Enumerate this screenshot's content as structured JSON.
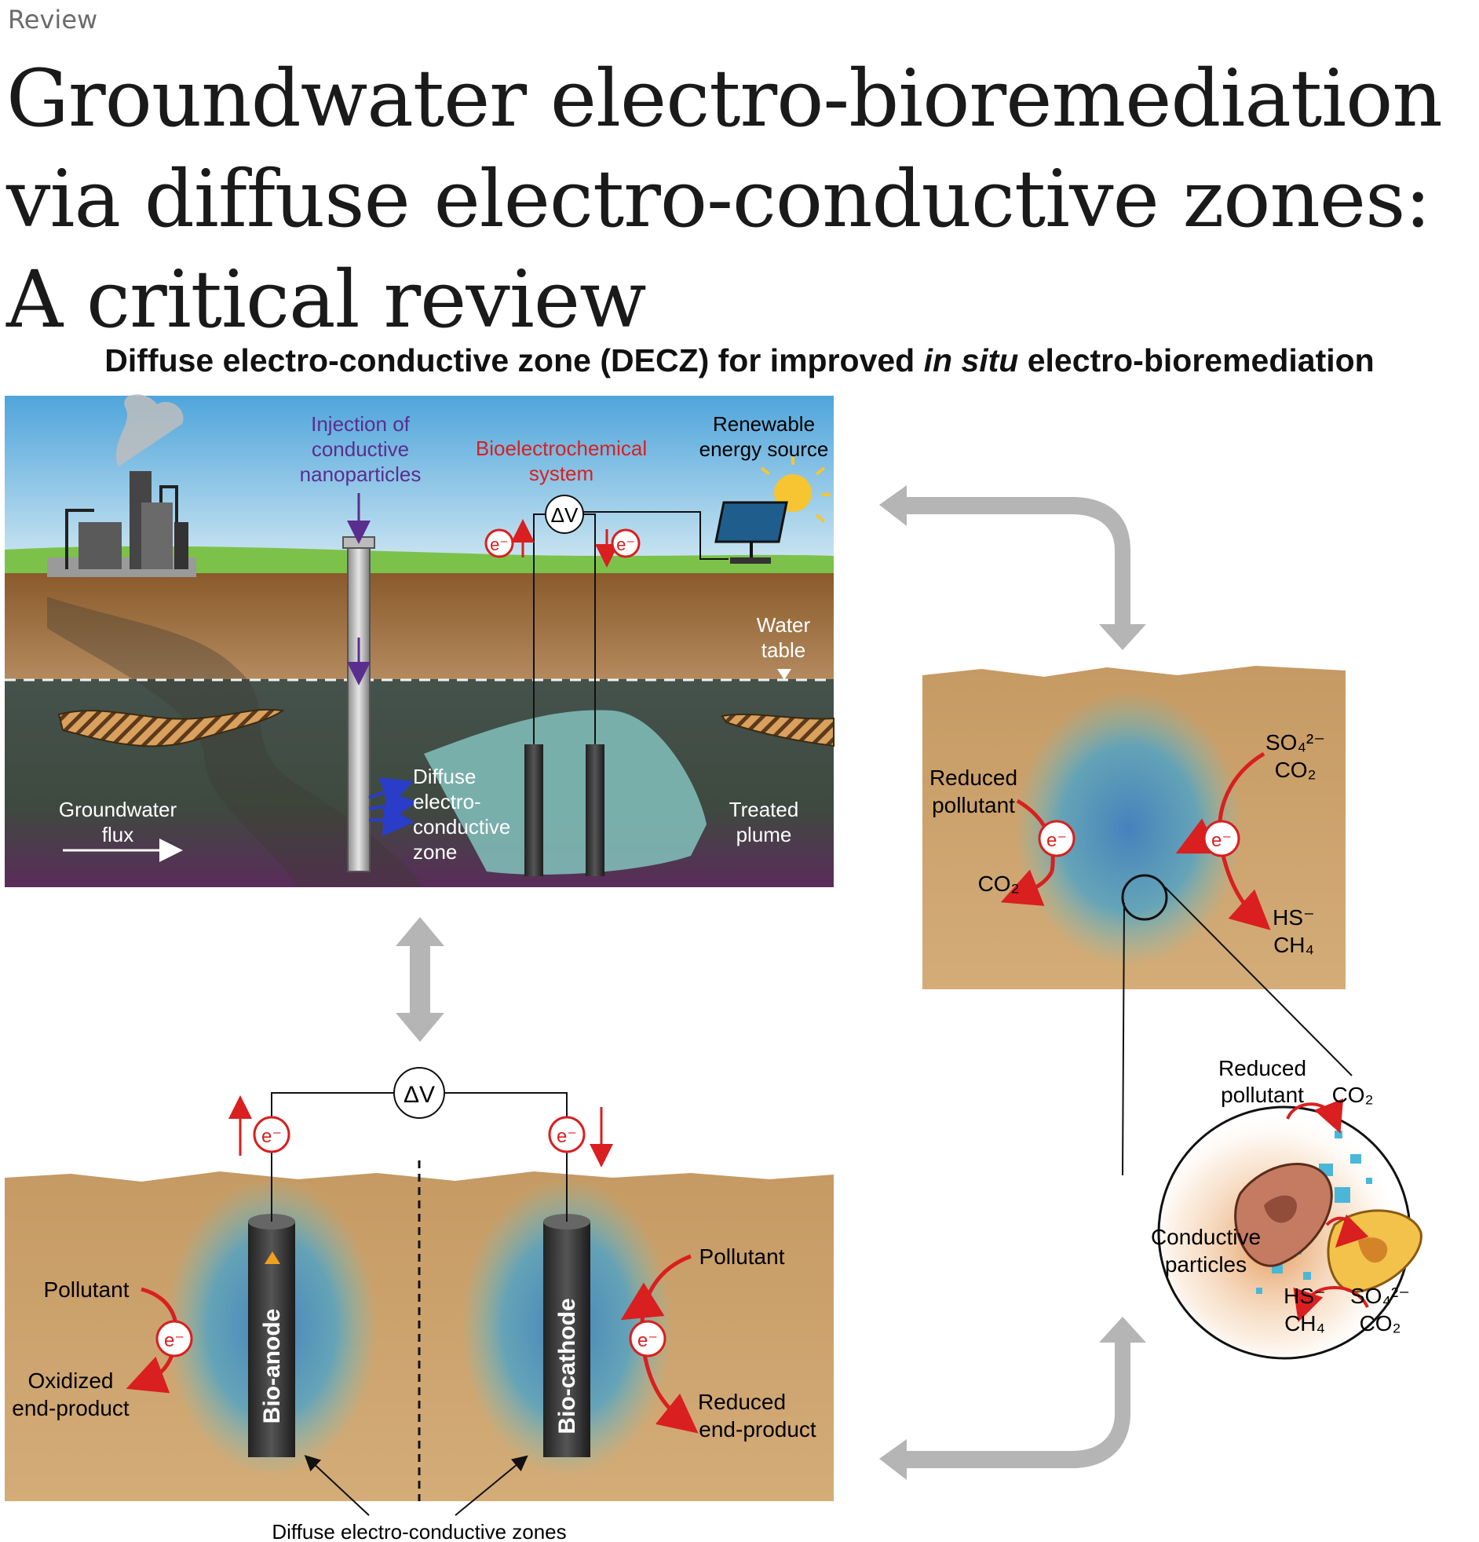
{
  "article_type": "Review",
  "title": "Groundwater electro-bioremediation via diffuse electro-conductive zones: A critical review",
  "figure": {
    "heading_pre": "Diffuse electro-conductive zone (DECZ) for improved ",
    "heading_italic": "in situ",
    "heading_post": " electro-bioremediation",
    "top_panel": {
      "injection_1": "Injection of",
      "injection_2": "conductive",
      "injection_3": "nanoparticles",
      "bes_1": "Bioelectrochemical",
      "bes_2": "system",
      "renewable_1": "Renewable",
      "renewable_2": "energy source",
      "delta_v": "ΔV",
      "electron": "e⁻",
      "water_1": "Water",
      "water_2": "table",
      "decz_1": "Diffuse",
      "decz_2": "electro-",
      "decz_3": "conductive",
      "decz_4": "zone",
      "gw_1": "Groundwater",
      "gw_2": "flux",
      "treated_1": "Treated",
      "treated_2": "plume"
    },
    "right_panel": {
      "reduced_1": "Reduced",
      "reduced_2": "pollutant",
      "co2": "CO₂",
      "so4": "SO₄²⁻",
      "hs": "HS⁻",
      "ch4": "CH₄",
      "electron": "e⁻"
    },
    "zoom_panel": {
      "reduced_1": "Reduced",
      "reduced_2": "pollutant",
      "co2_top": "CO₂",
      "conductive_1": "Conductive",
      "conductive_2": "particles",
      "hs": "HS⁻",
      "ch4": "CH₄",
      "so4": "SO₄²⁻",
      "co2_bottom": "CO₂"
    },
    "bottom_panel": {
      "delta_v": "ΔV",
      "electron": "e⁻",
      "anode": "Bio-anode",
      "cathode": "Bio-cathode",
      "pollutant_left": "Pollutant",
      "oxidized_1": "Oxidized",
      "oxidized_2": "end-product",
      "pollutant_right": "Pollutant",
      "reduced_1": "Reduced",
      "reduced_2": "end-product",
      "decz_label": "Diffuse electro-conductive zones"
    }
  }
}
